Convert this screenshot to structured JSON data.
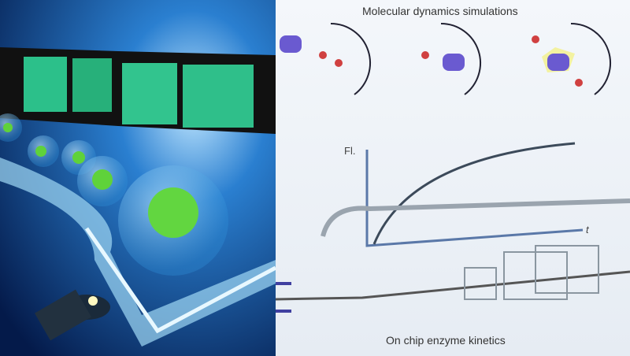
{
  "left_panel": {
    "description_icon": "droplet-enzyme-scene"
  },
  "right_panel": {
    "top_title": "Molecular dynamics simulations",
    "bottom_title": "On chip enzyme kinetics",
    "graph": {
      "y_label": "Fl.",
      "x_label": "t"
    }
  },
  "colors": {
    "dark_blue": "#0a2a6a",
    "green": "#5fd23a",
    "axis": "#5a78a8",
    "curve": "#3c4a5a"
  }
}
